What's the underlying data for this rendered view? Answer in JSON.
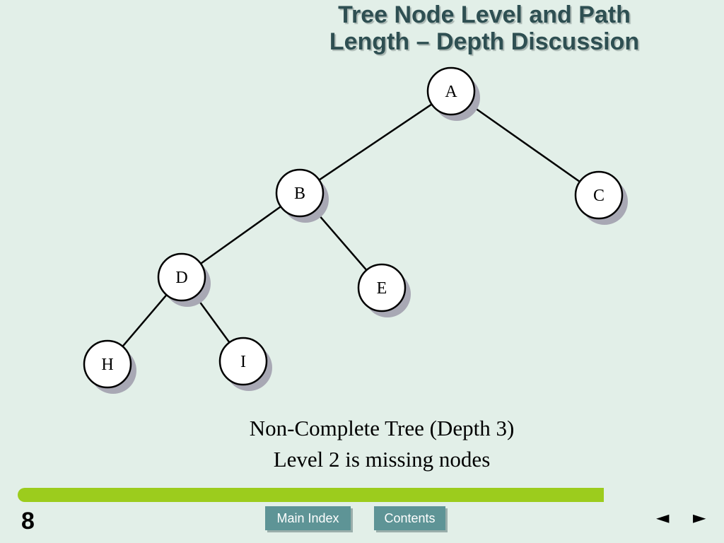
{
  "slide": {
    "title_line1": "Tree Node Level and Path",
    "title_line2": "Length – Depth Discussion",
    "caption_line1": "Non-Complete Tree (Depth 3)",
    "caption_line2": "Level 2 is missing nodes",
    "page_number": "8"
  },
  "tree": {
    "nodes": [
      {
        "id": "A",
        "label": "A"
      },
      {
        "id": "B",
        "label": "B"
      },
      {
        "id": "C",
        "label": "C"
      },
      {
        "id": "D",
        "label": "D"
      },
      {
        "id": "E",
        "label": "E"
      },
      {
        "id": "H",
        "label": "H"
      },
      {
        "id": "I",
        "label": "I"
      }
    ],
    "edges": [
      {
        "from": "A",
        "to": "B"
      },
      {
        "from": "A",
        "to": "C"
      },
      {
        "from": "B",
        "to": "D"
      },
      {
        "from": "B",
        "to": "E"
      },
      {
        "from": "D",
        "to": "H"
      },
      {
        "from": "D",
        "to": "I"
      }
    ]
  },
  "nav": {
    "main_index_label": "Main Index",
    "contents_label": "Contents",
    "prev_icon": "prev-arrow-icon",
    "next_icon": "next-arrow-icon",
    "prev_glyph": "◄",
    "next_glyph": "►"
  },
  "colors": {
    "background": "#e2efe8",
    "title": "#2e4f52",
    "accent_bar": "#9ccc1d",
    "button": "#5e9496"
  }
}
